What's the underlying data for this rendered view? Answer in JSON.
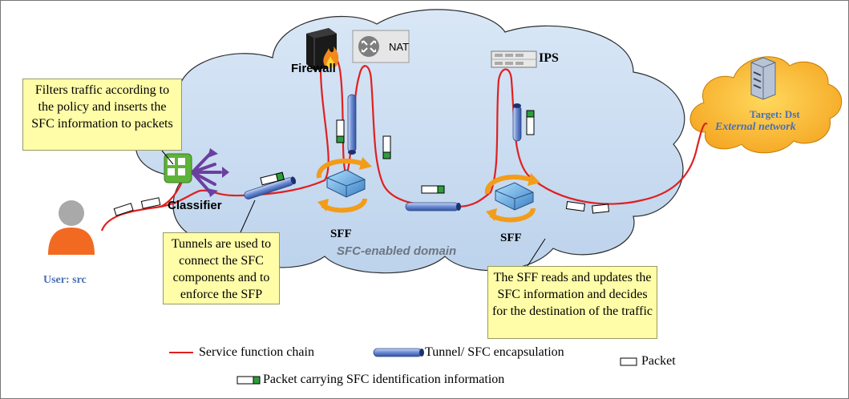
{
  "labels": {
    "firewall": "Firewall",
    "nat": "NAT",
    "ips": "IPS",
    "classifier": "Classifier",
    "sff_1": "SFF",
    "sff_2": "SFF",
    "user": "User: src",
    "domain": "SFC-enabled domain",
    "target_line1": "Target: Dst",
    "target_line2": "External network"
  },
  "callouts": {
    "classifier": "Filters traffic according to the policy and inserts the SFC information to packets",
    "tunnels": "Tunnels are used to connect the SFC components and to enforce the SFP",
    "sff": "The SFF reads and updates the SFC information and decides for the destination of the traffic"
  },
  "legend": {
    "chain": "Service function chain",
    "tunnel": "Tunnel/ SFC encapsulation",
    "packet": "Packet",
    "sfc_packet": "Packet carrying SFC identification information"
  },
  "colors": {
    "chain": "#e02020",
    "cloud": "#c9dcf0",
    "external_cloud": "#ffc934",
    "callout": "#fffda8",
    "sfc_marker": "#2e9e3a",
    "tunnel": "#5b7fc7"
  }
}
